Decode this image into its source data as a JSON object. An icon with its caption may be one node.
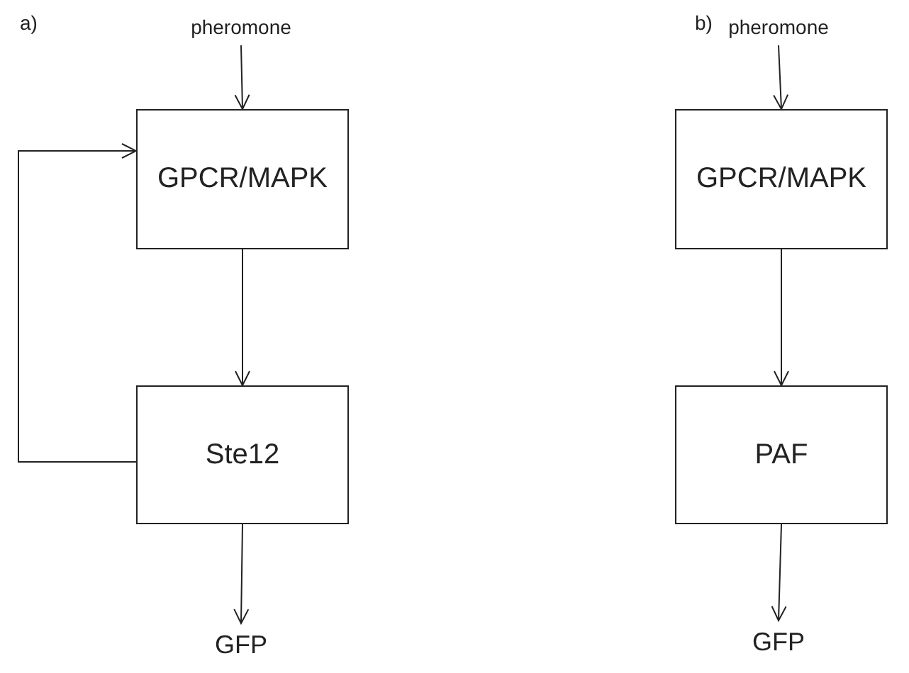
{
  "diagram": {
    "nodes": [
      {
        "text": [
          "pheromone"
        ]
      },
      {
        "text": [
          "GPCR/MAPK"
        ]
      },
      {
        "text": [
          "Ste12"
        ]
      },
      {
        "text": [
          "GFP"
        ]
      },
      {
        "text": [
          "pheromone"
        ]
      },
      {
        "text": [
          "GPCR/MAPK"
        ]
      },
      {
        "text": [
          "PAF"
        ]
      },
      {
        "text": [
          "GFP"
        ]
      }
    ],
    "edges": [
      {
        "from": 0,
        "to": 1,
        "arrow": "to"
      },
      {
        "from": 1,
        "to": 2,
        "arrow": "to"
      },
      {
        "from": 2,
        "to": 1,
        "arrow": "to"
      },
      {
        "from": 2,
        "to": 3,
        "arrow": "to"
      },
      {
        "from": 4,
        "to": 5,
        "arrow": "to"
      },
      {
        "from": 5,
        "to": 6,
        "arrow": "to"
      },
      {
        "from": 6,
        "to": 7,
        "arrow": "to"
      }
    ],
    "labels": [
      "a)",
      "b)"
    ]
  }
}
